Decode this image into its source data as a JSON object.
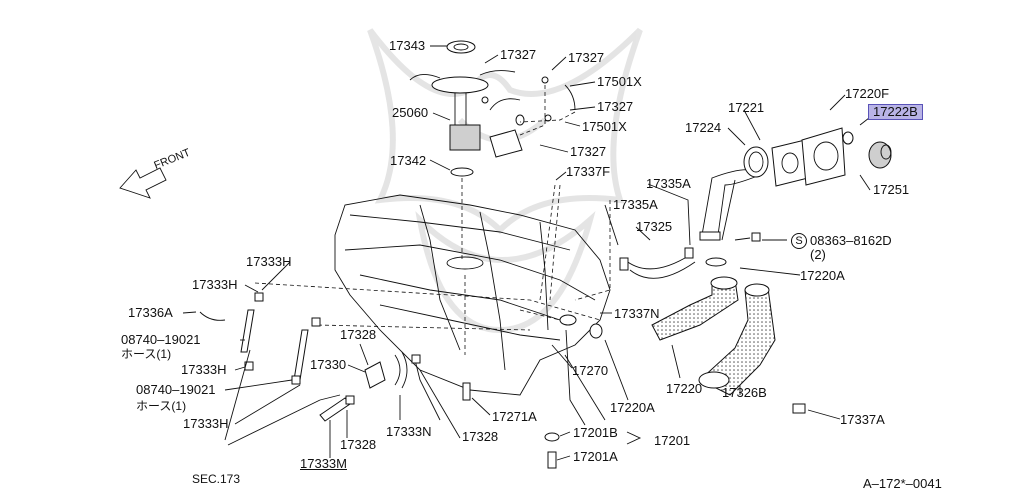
{
  "diagram": {
    "front_label": "FRONT",
    "sec_ref": "SEC.173",
    "figure_code": "A–172*–0041",
    "labels": {
      "p17343": "17343",
      "p17327a": "17327",
      "p17327b": "17327",
      "p17501Xa": "17501X",
      "p17327c": "17327",
      "p25060": "25060",
      "p17501Xb": "17501X",
      "p17327d": "17327",
      "p17342": "17342",
      "p17337F": "17337F",
      "p17335Aa": "17335A",
      "p17335Ab": "17335A",
      "p17325": "17325",
      "p17221": "17221",
      "p17220F": "17220F",
      "p17222B": "17222B",
      "p17224": "17224",
      "p17251": "17251",
      "p08363": "08363–8162D",
      "p08363qty": "(2)",
      "bolt_symbol": "S",
      "p17220Aa": "17220A",
      "p17333Ha": "17333H",
      "p17333Hb": "17333H",
      "p17336A": "17336A",
      "p08740a": "08740–19021",
      "hose1": "ホース(1)",
      "p17333Hc": "17333H",
      "p08740b": "08740–19021",
      "hose2": "ホース(1)",
      "p17333Hd": "17333H",
      "p17328a": "17328",
      "p17330": "17330",
      "p17270": "17270",
      "p17337N": "17337N",
      "p17220": "17220",
      "p17326B": "17326B",
      "p17220Ab": "17220A",
      "p17271A": "17271A",
      "p17328b": "17328",
      "p17333N": "17333N",
      "p17328c": "17328",
      "p17333M": "17333M",
      "p17201B": "17201B",
      "p17201": "17201",
      "p17201A": "17201A",
      "p17337A": "17337A"
    },
    "colors": {
      "line": "#111111",
      "highlight_fill": "#b9b4e6",
      "highlight_border": "#5a53b8",
      "watermark": "#d0d0d0"
    }
  }
}
